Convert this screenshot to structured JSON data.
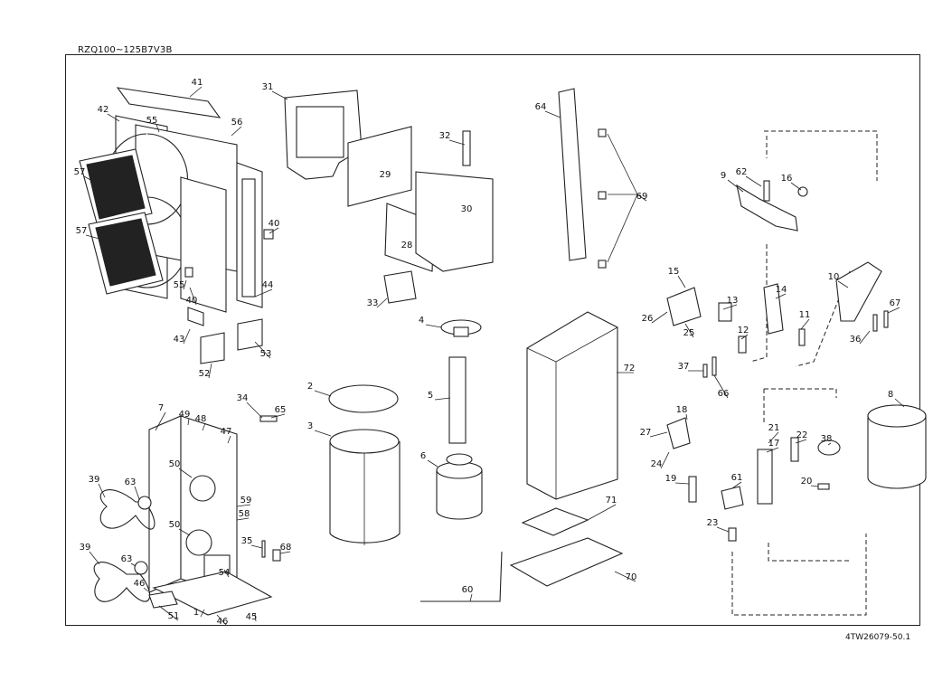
{
  "header": {
    "model": "RZQ100~125B7V3B"
  },
  "footer": {
    "doc_code": "4TW26079-50.1"
  },
  "parts": [
    {
      "n": "41"
    },
    {
      "n": "42"
    },
    {
      "n": "55"
    },
    {
      "n": "56"
    },
    {
      "n": "57"
    },
    {
      "n": "57"
    },
    {
      "n": "40"
    },
    {
      "n": "55"
    },
    {
      "n": "40"
    },
    {
      "n": "44"
    },
    {
      "n": "43"
    },
    {
      "n": "52"
    },
    {
      "n": "53"
    },
    {
      "n": "31"
    },
    {
      "n": "32"
    },
    {
      "n": "29"
    },
    {
      "n": "30"
    },
    {
      "n": "28"
    },
    {
      "n": "33"
    },
    {
      "n": "64"
    },
    {
      "n": "69"
    },
    {
      "n": "9"
    },
    {
      "n": "62"
    },
    {
      "n": "16"
    },
    {
      "n": "15"
    },
    {
      "n": "13"
    },
    {
      "n": "14"
    },
    {
      "n": "10"
    },
    {
      "n": "67"
    },
    {
      "n": "26"
    },
    {
      "n": "25"
    },
    {
      "n": "12"
    },
    {
      "n": "11"
    },
    {
      "n": "36"
    },
    {
      "n": "37"
    },
    {
      "n": "66"
    },
    {
      "n": "4"
    },
    {
      "n": "5"
    },
    {
      "n": "2"
    },
    {
      "n": "3"
    },
    {
      "n": "6"
    },
    {
      "n": "72"
    },
    {
      "n": "34"
    },
    {
      "n": "65"
    },
    {
      "n": "7"
    },
    {
      "n": "49"
    },
    {
      "n": "48"
    },
    {
      "n": "47"
    },
    {
      "n": "39"
    },
    {
      "n": "63"
    },
    {
      "n": "50"
    },
    {
      "n": "59"
    },
    {
      "n": "58"
    },
    {
      "n": "50"
    },
    {
      "n": "35"
    },
    {
      "n": "68"
    },
    {
      "n": "39"
    },
    {
      "n": "63"
    },
    {
      "n": "54"
    },
    {
      "n": "46"
    },
    {
      "n": "1"
    },
    {
      "n": "51"
    },
    {
      "n": "46"
    },
    {
      "n": "45"
    },
    {
      "n": "71"
    },
    {
      "n": "70"
    },
    {
      "n": "60"
    },
    {
      "n": "8"
    },
    {
      "n": "18"
    },
    {
      "n": "27"
    },
    {
      "n": "21"
    },
    {
      "n": "22"
    },
    {
      "n": "17"
    },
    {
      "n": "38"
    },
    {
      "n": "24"
    },
    {
      "n": "19"
    },
    {
      "n": "61"
    },
    {
      "n": "20"
    },
    {
      "n": "23"
    }
  ]
}
